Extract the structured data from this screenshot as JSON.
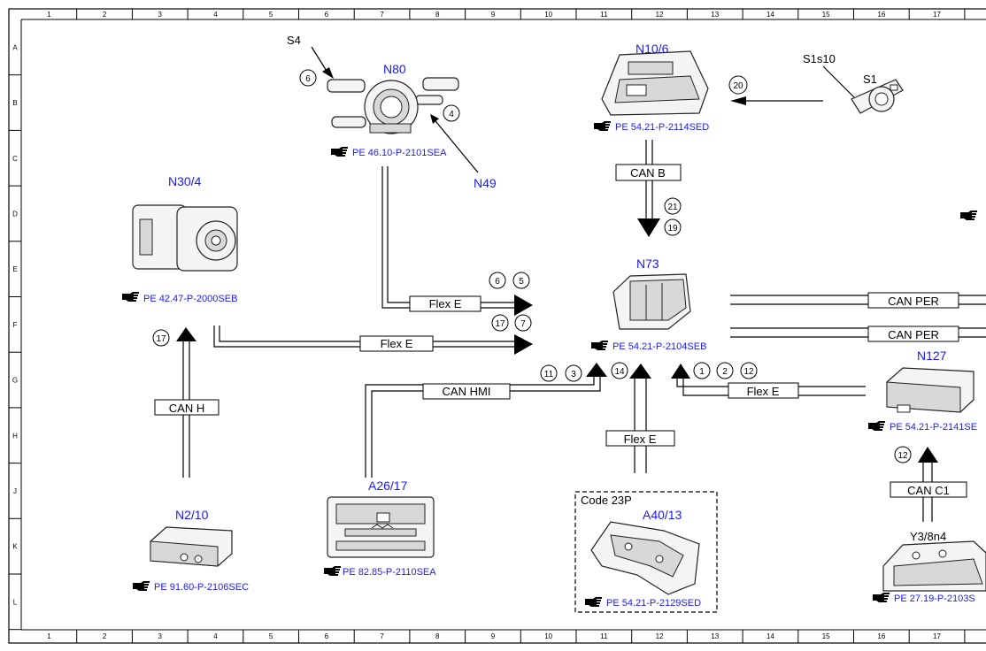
{
  "grid": {
    "columns": [
      "1",
      "2",
      "3",
      "4",
      "5",
      "6",
      "7",
      "8",
      "9",
      "10",
      "11",
      "12",
      "13",
      "14",
      "15",
      "16",
      "17"
    ],
    "rows": [
      "A",
      "B",
      "C",
      "D",
      "E",
      "F",
      "G",
      "H",
      "J",
      "K",
      "L"
    ]
  },
  "components": {
    "n80": {
      "label": "N80",
      "ref": "PE 46.10-P-2101SEA"
    },
    "s4": {
      "label": "S4"
    },
    "n49": {
      "label": "N49"
    },
    "n10_6": {
      "label": "N10/6",
      "ref": "PE 54.21-P-2114SED"
    },
    "s1s10": {
      "label": "S1s10"
    },
    "s1": {
      "label": "S1"
    },
    "n30_4": {
      "label": "N30/4",
      "ref": "PE 42.47-P-2000SEB"
    },
    "n73": {
      "label": "N73",
      "ref": "PE 54.21-P-2104SEB"
    },
    "n127": {
      "label": "N127",
      "ref": "PE 54.21-P-2141SE"
    },
    "a26_17": {
      "label": "A26/17",
      "ref": "PE 82.85-P-2110SEA"
    },
    "n2_10": {
      "label": "N2/10",
      "ref": "PE 91.60-P-2106SEC"
    },
    "a40_13": {
      "label": "A40/13",
      "ref": "PE 54.21-P-2129SED",
      "code": "Code 23P"
    },
    "y3_8n4": {
      "label": "Y3/8n4",
      "ref": "PE 27.19-P-2103S"
    }
  },
  "buses": {
    "can_b": "CAN B",
    "flex_e_1": "Flex E",
    "flex_e_2": "Flex E",
    "flex_e_3": "Flex E",
    "flex_e_4": "Flex E",
    "can_h": "CAN H",
    "can_hmi": "CAN HMI",
    "can_per_1": "CAN PER",
    "can_per_2": "CAN PER",
    "can_c1": "CAN C1"
  },
  "circles": {
    "c6_s4": "6",
    "c4_n49": "4",
    "c20": "20",
    "c21": "21",
    "c19": "19",
    "c6_flex": "6",
    "c5_flex": "5",
    "c17_flex": "17",
    "c7_flex": "7",
    "c17_canh": "17",
    "c11": "11",
    "c3": "3",
    "c14": "14",
    "c1": "1",
    "c2": "2",
    "c12_flex": "12",
    "c12_canc1": "12"
  }
}
